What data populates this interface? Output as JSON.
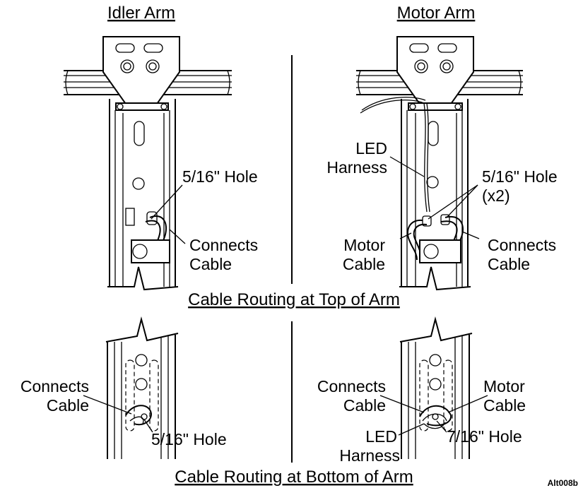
{
  "titles": {
    "idler_arm": "Idler Arm",
    "motor_arm": "Motor Arm",
    "top_caption": "Cable Routing at Top of Arm",
    "bottom_caption": "Cable Routing at Bottom of Arm"
  },
  "top_left": {
    "hole": "5/16\" Hole",
    "connects_1": "Connects",
    "connects_2": "Cable"
  },
  "top_right": {
    "led_1": "LED",
    "led_2": "Harness",
    "hole_1": "5/16\" Hole",
    "hole_2": "(x2)",
    "motor_1": "Motor",
    "motor_2": "Cable",
    "connects_1": "Connects",
    "connects_2": "Cable"
  },
  "bottom_left": {
    "connects_1": "Connects",
    "connects_2": "Cable",
    "hole": "5/16\" Hole"
  },
  "bottom_right": {
    "connects_1": "Connects",
    "connects_2": "Cable",
    "motor_1": "Motor",
    "motor_2": "Cable",
    "led_1": "LED",
    "led_2": "Harness",
    "hole": "7/16\" Hole"
  },
  "figure_id": "Alt008b"
}
